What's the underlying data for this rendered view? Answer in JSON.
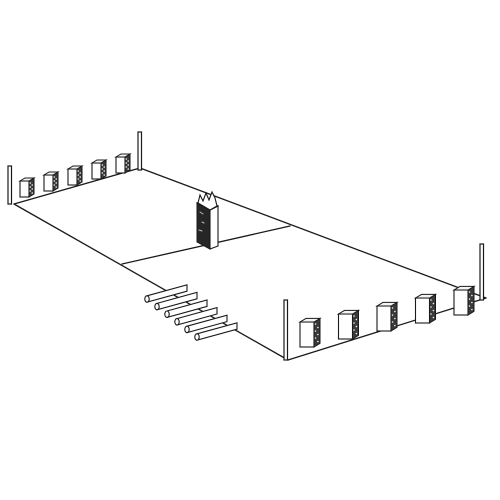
{
  "diagram": {
    "subject": "kubb-field",
    "colors": {
      "ink": "#1a1a1a",
      "background": "#ffffff",
      "shade": "#3a3a3a"
    },
    "counts": {
      "far_baseline_kubbs": 5,
      "near_baseline_kubbs": 5,
      "throwing_batons": 6,
      "corner_stakes": 4,
      "king": 1
    }
  }
}
